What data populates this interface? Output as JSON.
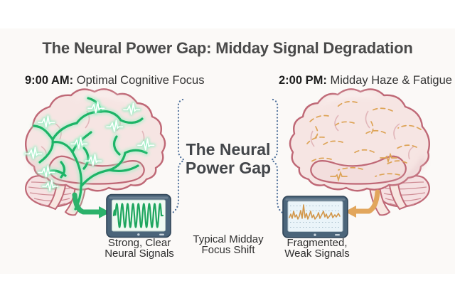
{
  "title": "The Neural Power Gap: Midday Signal Degradation",
  "left_panel": {
    "time": "9:00 AM:",
    "desc": " Optimal Cognitive Focus",
    "caption": {
      "line1": "Strong, Clear",
      "line2": "Neural Signals"
    }
  },
  "right_panel": {
    "time": "2:00 PM:",
    "desc": " Midday Haze & Fatigue",
    "caption": {
      "line1": "Fragmented,",
      "line2": "Weak Signals"
    }
  },
  "center": {
    "gap": {
      "line1": "The Neural",
      "line2": "Power Gap"
    },
    "shift": {
      "line1": "Typical Midday",
      "line2": "Focus Shift"
    }
  },
  "icons": {
    "active-brain-icon": "brain profile with glowing green neural branches and ECG spikes",
    "fatigued-brain-icon": "brain profile with faint dashed orange signals",
    "strong-monitor-icon": "tablet monitor showing dense green sine wave",
    "weak-monitor-icon": "tablet monitor showing fragmented orange trace over dotted gridlines",
    "green-arrow-icon": "curved green elbow arrow pointing right",
    "orange-arrow-icon": "curved orange elbow arrow pointing left",
    "left-brace-icon": "dotted curly brace opening toward center",
    "right-brace-icon": "dotted curly brace opening toward center"
  },
  "colors": {
    "signal_green": "#1db467",
    "glow_green": "#9cf2c6",
    "signal_orange": "#dda355",
    "brain_pink": "#f6e5e3",
    "brain_outline": "#bf6876",
    "monitor_frame": "#4b657a",
    "screen_mint": "#f0faf2",
    "screen_blue": "#eaf4f9",
    "brace_blue": "#4d6f9a",
    "title_gray": "#4a4a4a",
    "text_dark": "#2e2e2e",
    "background_band": "#fbf9f7"
  }
}
